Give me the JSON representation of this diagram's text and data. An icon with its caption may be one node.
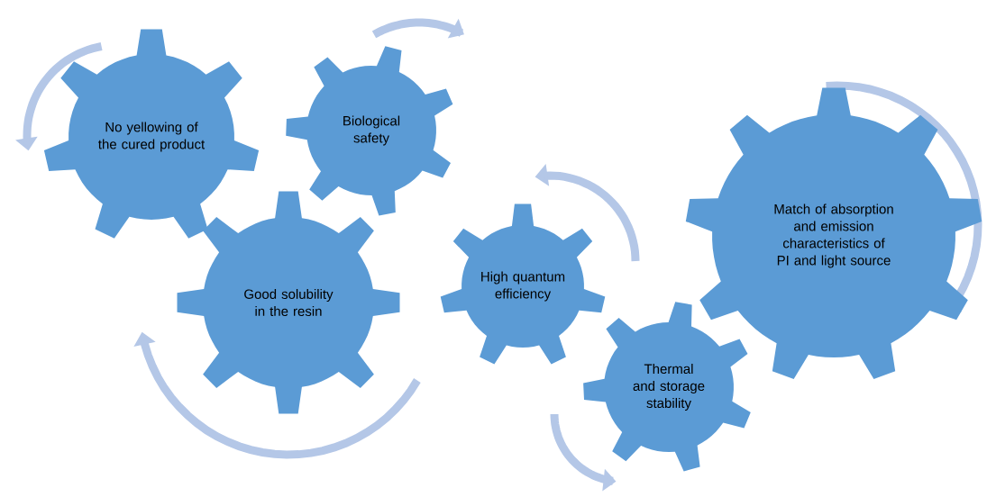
{
  "diagram": {
    "nodes": [
      {
        "text": [
          "No yellowing of the cured product"
        ]
      },
      {
        "text": [
          "Biological safety"
        ]
      },
      {
        "text": [
          "Good solubility in the resin"
        ]
      },
      {
        "text": [
          "High quantum efficiency"
        ]
      },
      {
        "text": [
          "Thermal and storage stability"
        ]
      },
      {
        "text": [
          "Match of absorption and emission characteristics of PI and light source"
        ]
      }
    ],
    "edges": []
  }
}
